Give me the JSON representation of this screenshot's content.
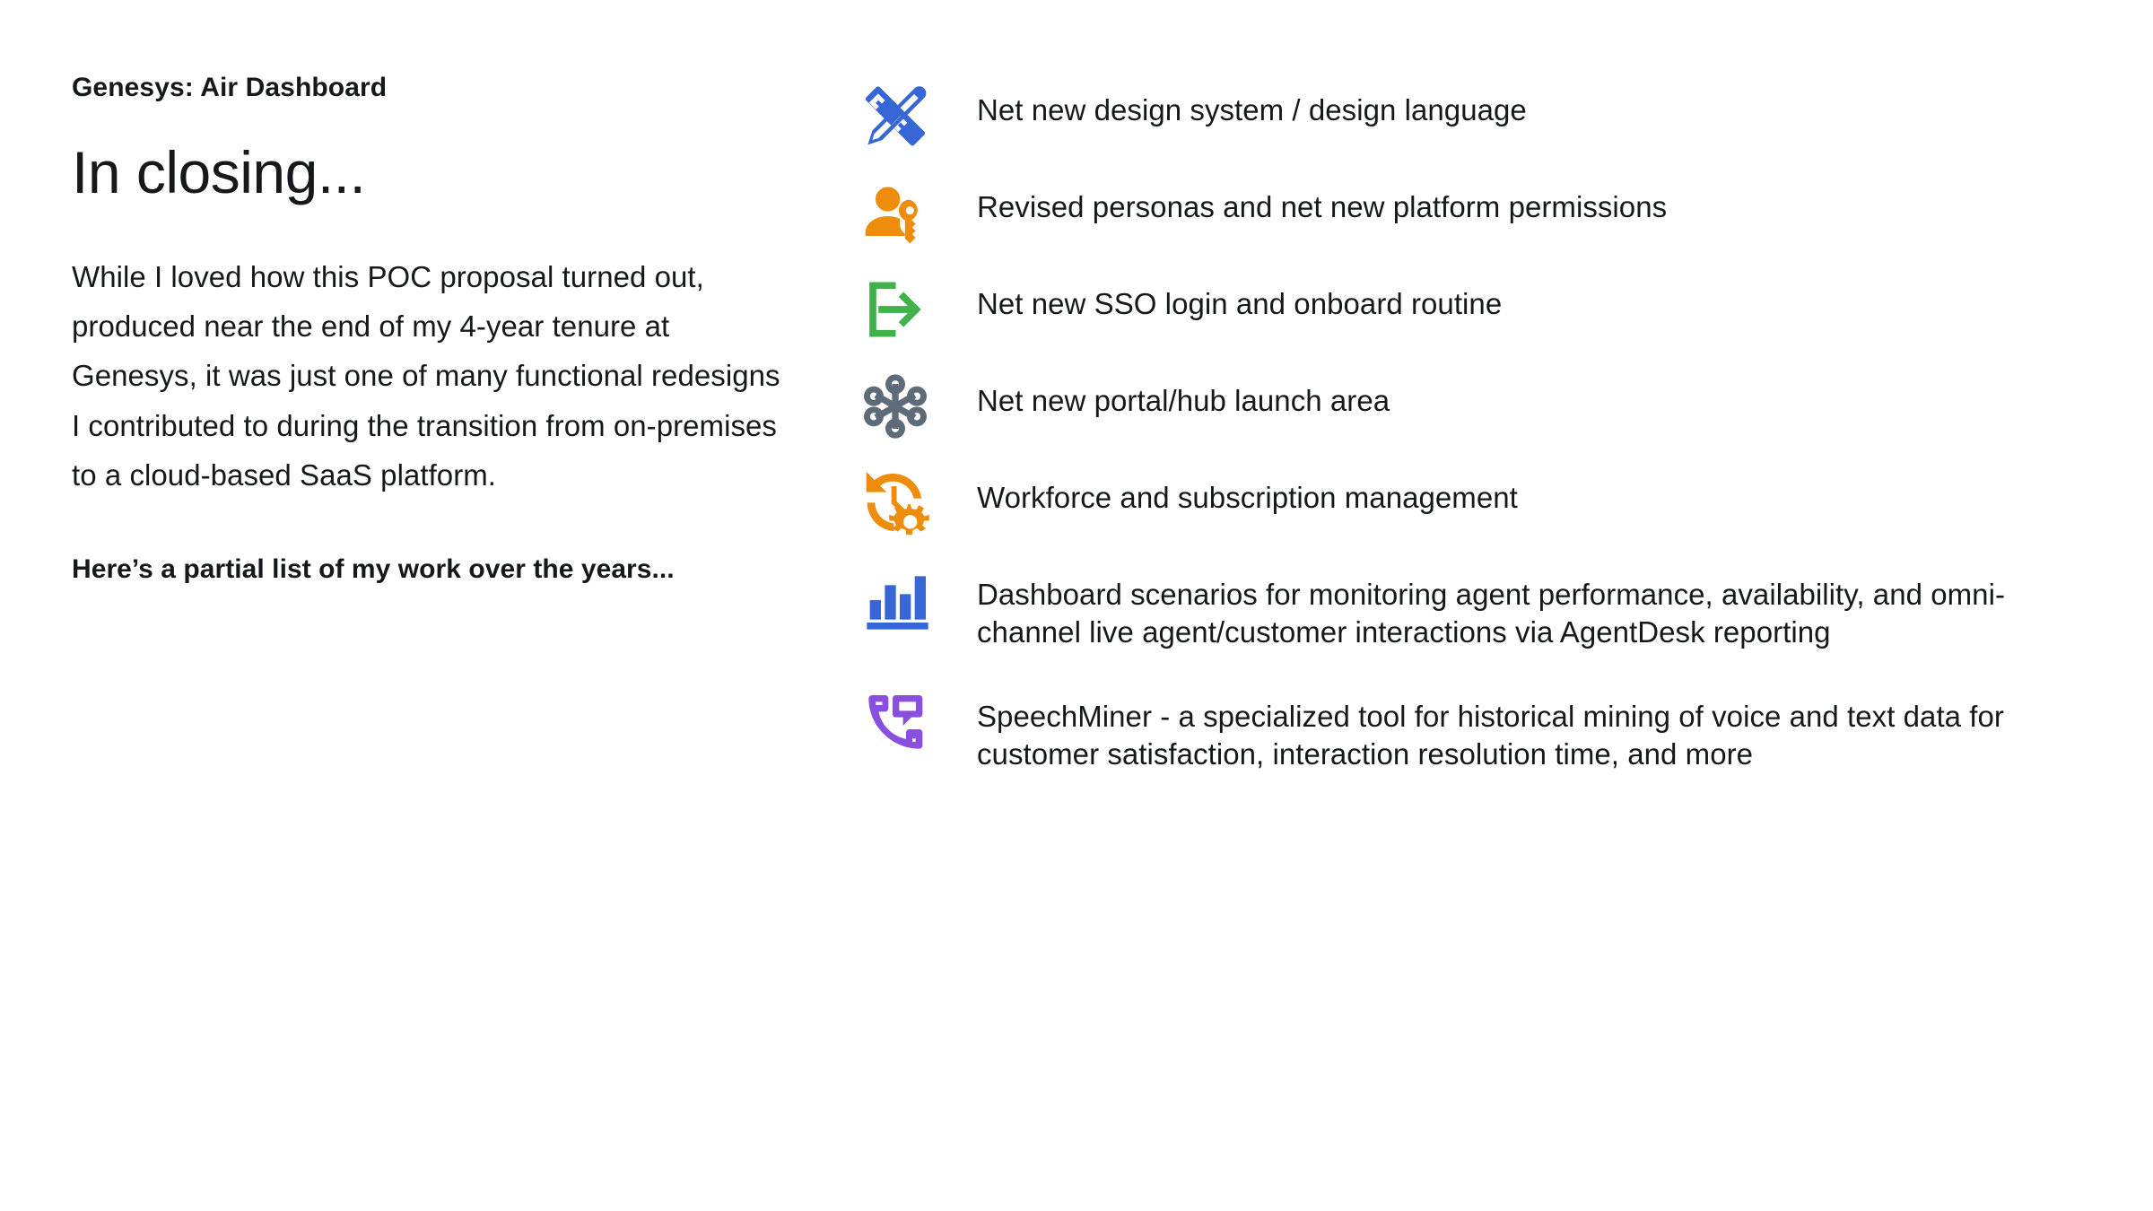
{
  "slide": {
    "eyebrow": "Genesys: Air Dashboard",
    "headline": "In closing...",
    "paragraph": "While I loved how this POC proposal turned out, produced near the end of my 4-year tenure at Genesys, it was just one of many functional redesigns I contributed to during the transition from on-premises to a cloud-based SaaS platform.",
    "closing_note": "Here’s a partial list of my work over the years..."
  },
  "colors": {
    "blue": "#3767D6",
    "orange": "#EE8C0B",
    "green": "#41B14A",
    "slate": "#5E6B78",
    "purple": "#8B4FE0",
    "text": "#16181c",
    "background": "#ffffff"
  },
  "features": [
    {
      "icon": "design-tools-icon",
      "color": "#3767D6",
      "text": "Net new design system / design language"
    },
    {
      "icon": "user-key-icon",
      "color": "#EE8C0B",
      "text": "Revised personas and net new platform permissions"
    },
    {
      "icon": "login-arrow-icon",
      "color": "#41B14A",
      "text": "Net new SSO login and onboard routine"
    },
    {
      "icon": "network-hub-icon",
      "color": "#5E6B78",
      "text": "Net new portal/hub launch area"
    },
    {
      "icon": "clock-gear-icon",
      "color": "#EE8C0B",
      "text": "Workforce and subscription management"
    },
    {
      "icon": "bar-chart-icon",
      "color": "#3767D6",
      "text": "Dashboard scenarios for monitoring agent performance, availability, and omni-channel live agent/customer interactions via AgentDesk reporting"
    },
    {
      "icon": "phone-speech-icon",
      "color": "#8B4FE0",
      "text": "SpeechMiner - a specialized tool for historical mining of voice and text data for customer satisfaction, interaction resolution time, and more"
    }
  ]
}
